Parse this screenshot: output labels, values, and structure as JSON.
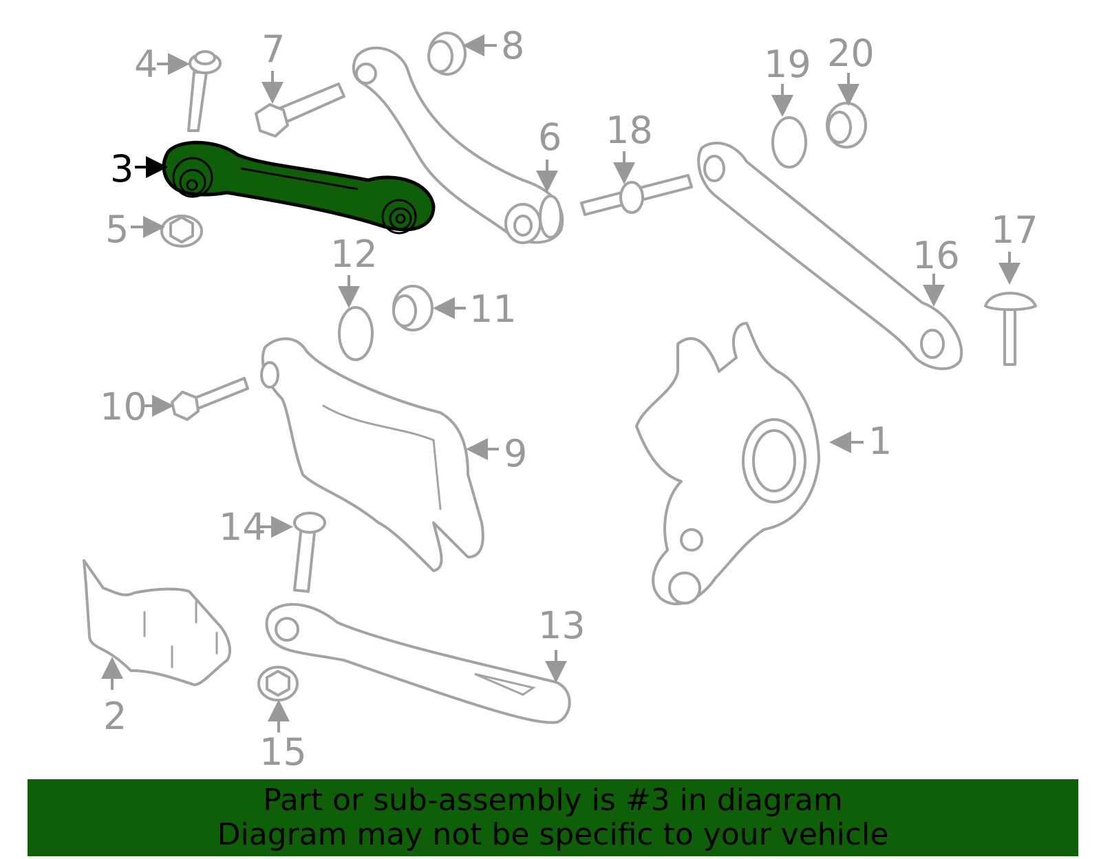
{
  "diagram": {
    "highlight_color": "#0f5f08",
    "highlighted_part": "3",
    "callouts": [
      "1",
      "2",
      "3",
      "4",
      "5",
      "6",
      "7",
      "8",
      "9",
      "10",
      "11",
      "12",
      "13",
      "14",
      "15",
      "16",
      "17",
      "18",
      "19",
      "20"
    ]
  },
  "banner": {
    "line1": "Part or sub-assembly is #3 in diagram",
    "line2": "Diagram may not be specific to your vehicle"
  }
}
